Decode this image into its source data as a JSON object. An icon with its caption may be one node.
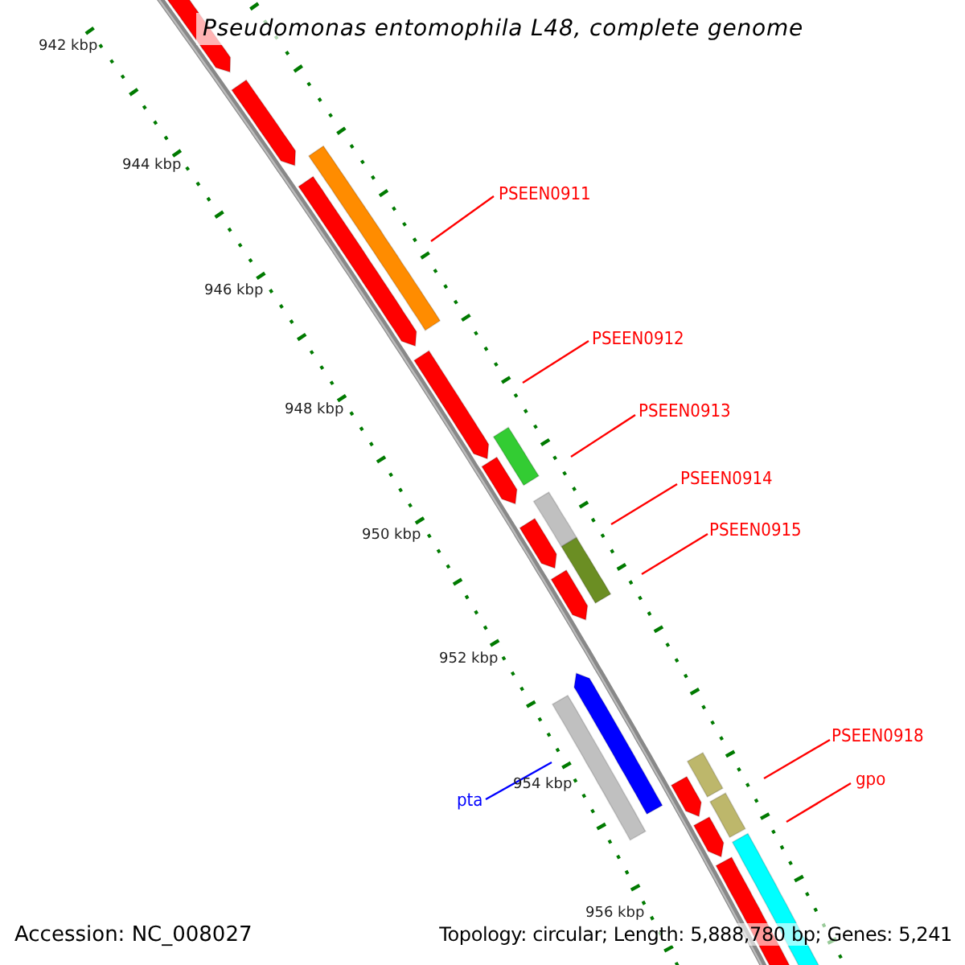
{
  "diagram": {
    "title": "Pseudomonas entomophila L48, complete genome",
    "nodes": [
      {
        "text": [
          "PSEEN0911"
        ]
      },
      {
        "text": [
          "PSEEN0912"
        ]
      },
      {
        "text": [
          "PSEEN0913"
        ]
      },
      {
        "text": [
          "PSEEN0914"
        ]
      },
      {
        "text": [
          "PSEEN0915"
        ]
      },
      {
        "text": [
          "pta"
        ]
      },
      {
        "text": [
          "PSEEN0918"
        ]
      },
      {
        "text": [
          "gpo"
        ]
      }
    ],
    "edges": [
      {
        "from": 0,
        "to": null,
        "arrow": "none"
      },
      {
        "from": 1,
        "to": null,
        "arrow": "none"
      },
      {
        "from": 2,
        "to": null,
        "arrow": "none"
      },
      {
        "from": 3,
        "to": null,
        "arrow": "none"
      },
      {
        "from": 4,
        "to": null,
        "arrow": "none"
      },
      {
        "from": 5,
        "to": null,
        "arrow": "none",
        "color": "#0000ff"
      },
      {
        "from": 6,
        "to": null,
        "arrow": "none"
      },
      {
        "from": 7,
        "to": null,
        "arrow": "none"
      }
    ],
    "labels": [
      "942 kbp",
      "944 kbp",
      "946 kbp",
      "948 kbp",
      "950 kbp",
      "952 kbp",
      "954 kbp",
      "956 kbp",
      "Accession: NC_008027",
      "Topology: circular; Length: 5,888,780 bp; Genes: 5,241"
    ]
  }
}
